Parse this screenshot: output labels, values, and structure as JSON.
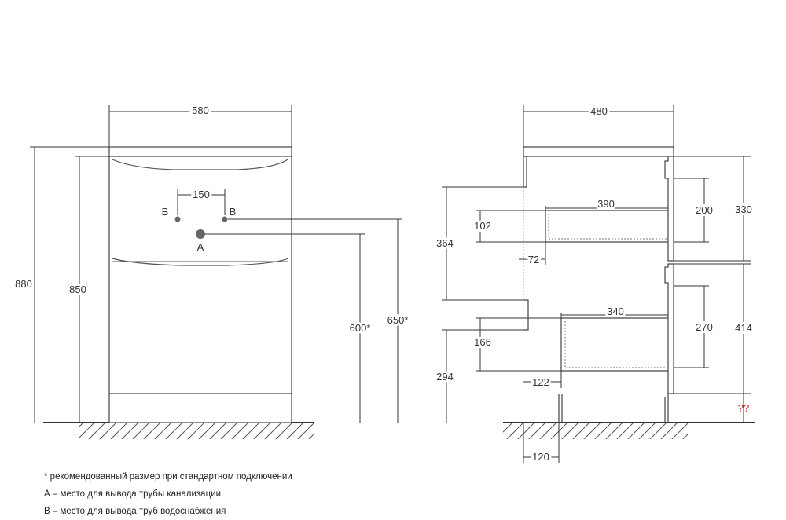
{
  "front_view": {
    "width": "580",
    "height_total": "880",
    "height_body": "850",
    "pipe_spacing": "150",
    "water_left": "B",
    "water_right": "B",
    "drain": "A",
    "drain_height": "600*",
    "water_height": "650*"
  },
  "side_view": {
    "depth": "480",
    "drawer_top_depth": "390",
    "drawer_top_height": "102",
    "upper_cutout": "364",
    "back_offset_top": "72",
    "upper_section": "200",
    "upper_block": "330",
    "drawer_bottom_depth": "340",
    "drawer_bottom_height": "166",
    "lower_cutout": "294",
    "back_offset_bottom": "122",
    "lower_section": "270",
    "lower_block": "414",
    "plinth": "??",
    "plinth_back": "120"
  },
  "notes": {
    "recommended": "* рекомендованный размер при стандартном подключении",
    "drain_note": "А – место для вывода трубы канализации",
    "water_note": "В – место для вывода труб водоснабжения"
  }
}
